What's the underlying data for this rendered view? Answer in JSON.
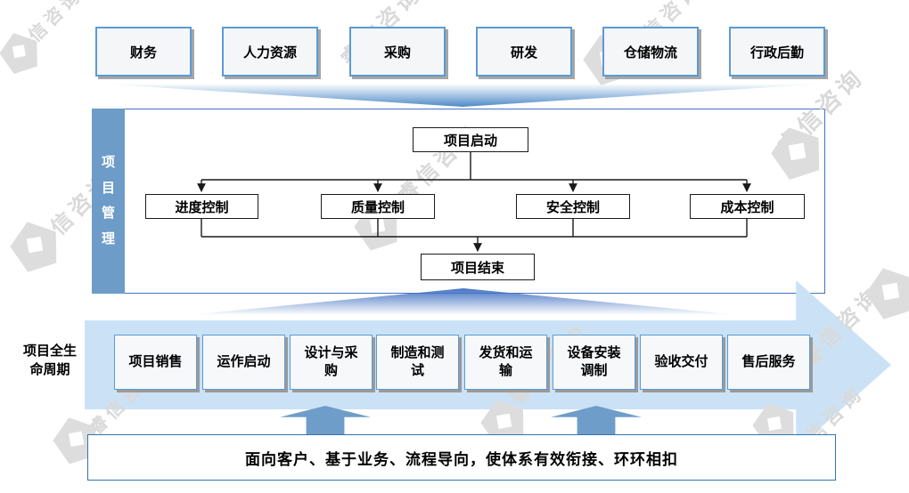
{
  "watermark": {
    "text": "睿信咨询"
  },
  "departments": [
    "财务",
    "人力资源",
    "采购",
    "研发",
    "仓储物流",
    "行政后勤"
  ],
  "project_management": {
    "side_label": "项目管理",
    "start": "项目启动",
    "controls": [
      "进度控制",
      "质量控制",
      "安全控制",
      "成本控制"
    ],
    "end": "项目结束"
  },
  "lifecycle": {
    "side_label": "项目全生命周期",
    "stages": [
      "项目销售",
      "运作启动",
      "设计与采购",
      "制造和测试",
      "发货和运输",
      "设备安装调制",
      "验收交付",
      "售后服务"
    ]
  },
  "slogan": {
    "text": "面向客户、基于业务、流程导向，使体系有效衔接、环环相扣"
  },
  "colors": {
    "sidebar_blue": "#6D9CC9",
    "arrow_light_blue": "#CBE2F6",
    "box_border_blue": "#5B9BD5",
    "container_border_blue": "#4472C4",
    "slogan_border_blue": "#2E74B5",
    "shadow_gray": "#A6A6A6",
    "watermark_gray": "#D9D9D9",
    "chevron_blue": "#4E8AC8"
  }
}
